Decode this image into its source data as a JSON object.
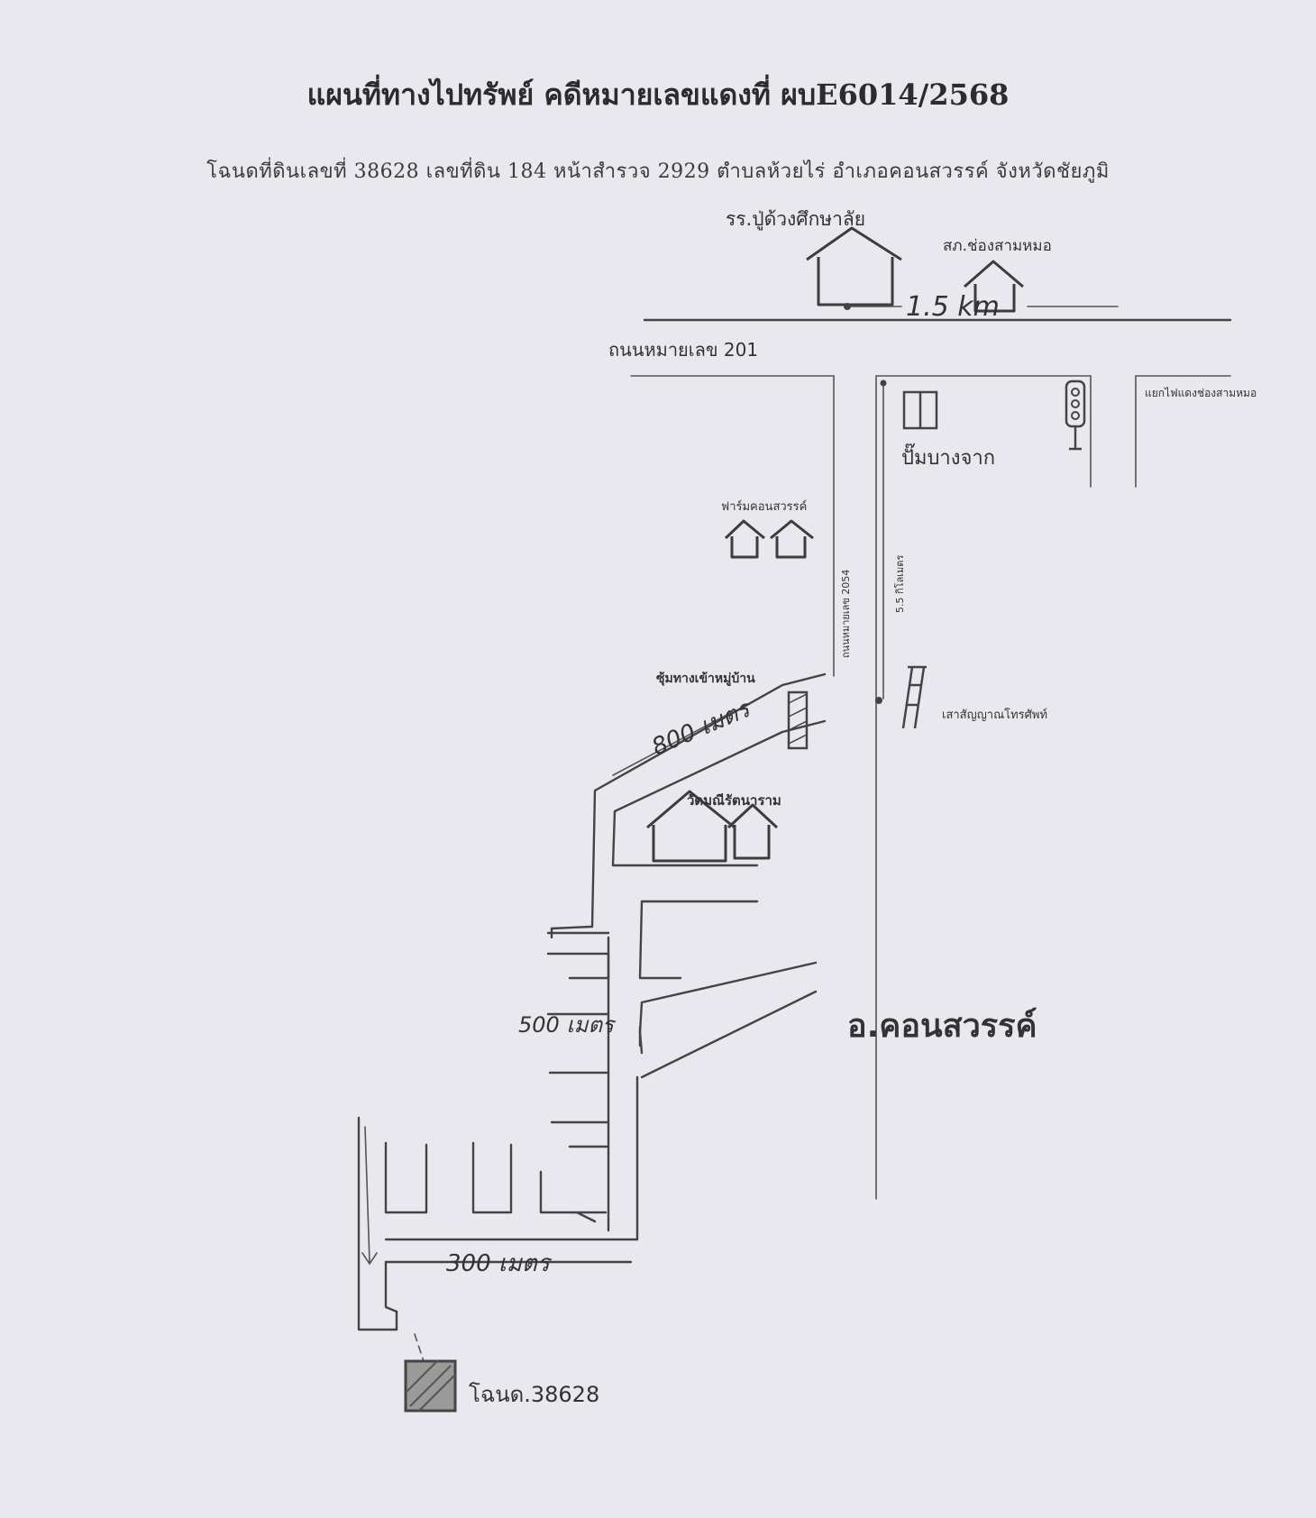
{
  "title": "แผนที่ทางไปทรัพย์  คดีหมายเลขแดงที่ ผบE6014/2568",
  "subtitle": "โฉนดที่ดินเลขที่ 38628 เลขที่ดิน 184 หน้าสำรวจ 2929 ตำบลห้วยไร่ อำเภอคอนสวรรค์ จังหวัดชัยภูมิ",
  "map": {
    "labels": {
      "school": "รร.ปู่ด้วงศึกษาลัย",
      "police_station": "สภ.ช่องสามหมอ",
      "distance_top": "1.5 km",
      "road_201": "ถนนหมายเลข 201",
      "intersection": "แยกไฟแดงช่องสามหมอ",
      "gas_station": "ปั๊มบางจาก",
      "farm": "ฟาร์มคอนสวรรค์",
      "road_2054": "ถนนหมายเลข 2054",
      "distance_55": "5.5 กิโลเมตร",
      "village_entrance": "ซุ้มทางเข้าหมู่บ้าน",
      "distance_800": "800 เมตร",
      "telephone_pole": "เสาสัญญาณโทรศัพท์",
      "temple": "วัดมณีรัตนาราม",
      "distance_500": "500 เมตร",
      "district": "อ.คอนสวรรค์",
      "distance_300": "300 เมตร",
      "deed": "โฉนด.38628"
    },
    "icons": [
      "school-house-icon",
      "police-station-icon",
      "gas-pump-icon",
      "traffic-light-icon",
      "farm-house-icon",
      "telephone-pole-icon",
      "temple-icon",
      "village-gate-icon",
      "land-plot-icon"
    ]
  }
}
